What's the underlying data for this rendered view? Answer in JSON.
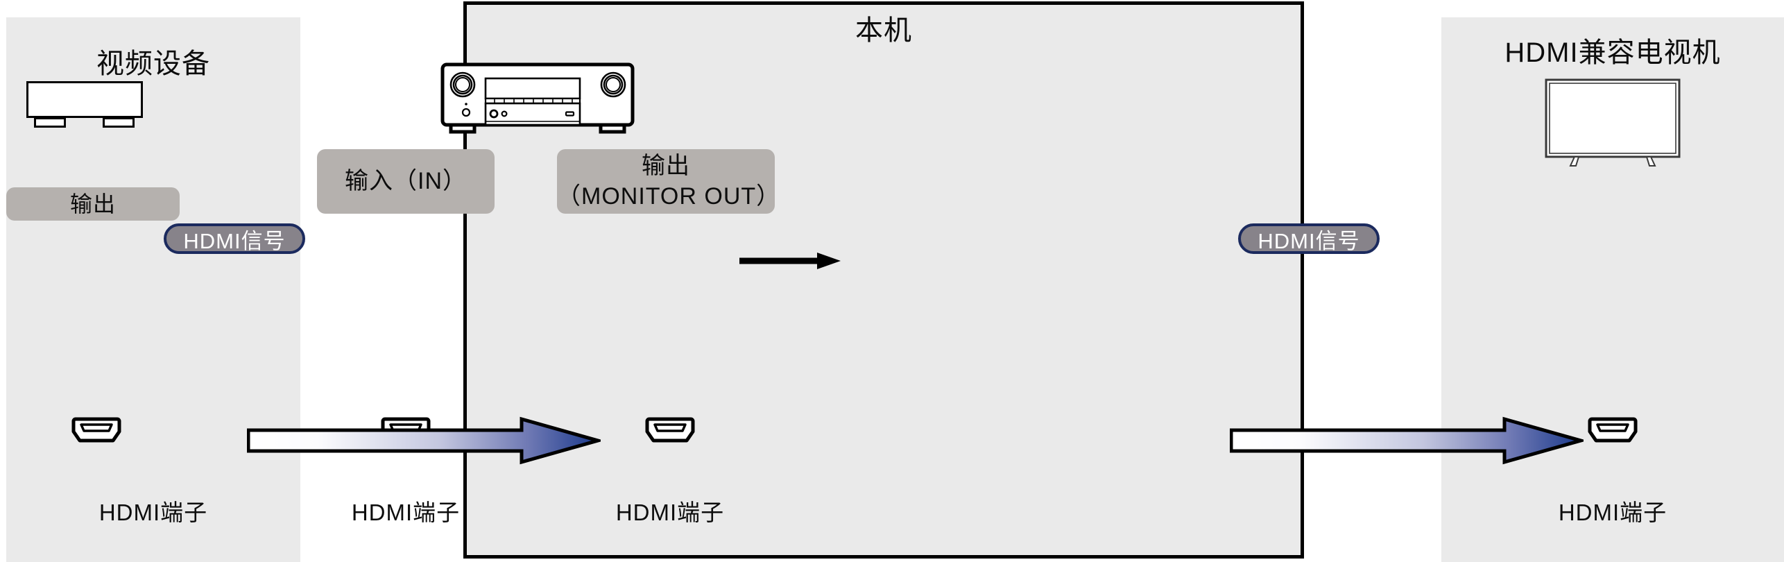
{
  "diagram": {
    "type": "hdmi-connection-diagram",
    "panels": [
      {
        "id": "source",
        "title": "视频设备",
        "device_icon": "av-component-box",
        "pill_label": "输出",
        "jack_caption": "HDMI端子",
        "jack_icon": "hdmi-port-icon"
      },
      {
        "id": "unit",
        "title": "本机",
        "device_icon": "av-receiver",
        "pill_in_label": "输入（IN）",
        "pill_out_label_line1": "输出",
        "pill_out_label_line2": "（MONITOR OUT）",
        "jack_in_caption": "HDMI端子",
        "jack_out_caption": "HDMI端子",
        "internal_arrow": "right-arrow-icon"
      },
      {
        "id": "tv",
        "title": "HDMI兼容电视机",
        "device_icon": "flat-panel-tv",
        "jack_caption": "HDMI端子",
        "jack_icon": "hdmi-port-icon"
      }
    ],
    "signal_flows": [
      {
        "id": "source-to-unit",
        "badge_label": "HDMI信号",
        "direction": "right"
      },
      {
        "id": "unit-to-tv",
        "badge_label": "HDMI信号",
        "direction": "right"
      }
    ],
    "colors": {
      "panel_fill": "#eaeaea",
      "panel_border": "#000000",
      "pill_fill": "#b5b1ae",
      "badge_fill": "#87838a",
      "badge_border": "#1b2a5e",
      "arrow_gradient_start": "#ffffff",
      "arrow_gradient_end": "#1b3a8c",
      "text": "#0d0d0d",
      "badge_text": "#ffffff"
    }
  }
}
